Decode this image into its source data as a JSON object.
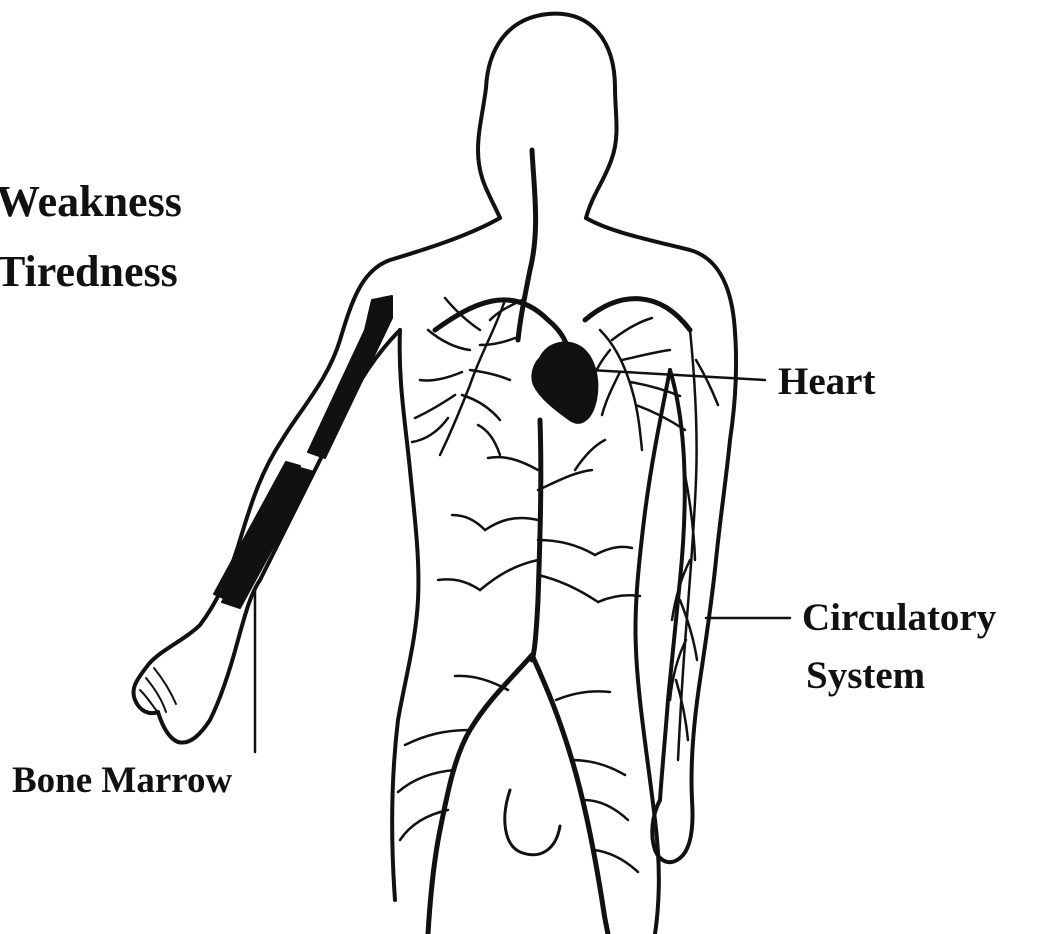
{
  "symptoms": [
    "Weakness",
    "Tiredness"
  ],
  "labels": {
    "heart": "Heart",
    "circulatory_line1": "Circulatory",
    "circulatory_line2": "System",
    "bone_marrow": "Bone Marrow"
  },
  "colors": {
    "ink": "#111111",
    "background": "#ffffff"
  }
}
